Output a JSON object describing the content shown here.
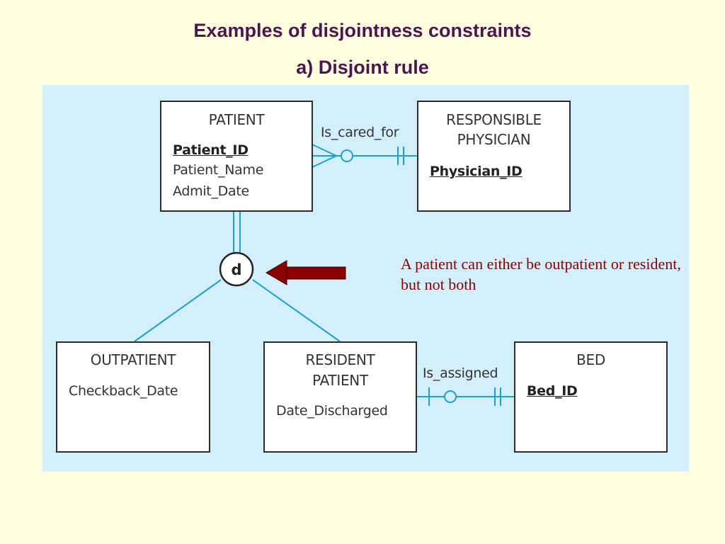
{
  "slide": {
    "title": "Examples of disjointness constraints",
    "subtitle": "a) Disjoint rule",
    "note": "A patient can either be outpatient or resident, but not both"
  },
  "entities": {
    "patient": {
      "name": "PATIENT",
      "key": "Patient_ID",
      "attributes": [
        "Patient_Name",
        "Admit_Date"
      ]
    },
    "physician": {
      "name_lines": [
        "RESPONSIBLE",
        "PHYSICIAN"
      ],
      "key": "Physician_ID"
    },
    "outpatient": {
      "name": "OUTPATIENT",
      "attributes": [
        "Checkback_Date"
      ]
    },
    "resident": {
      "name_lines": [
        "RESIDENT",
        "PATIENT"
      ],
      "attributes": [
        "Date_Discharged"
      ]
    },
    "bed": {
      "name": "BED",
      "key": "Bed_ID"
    }
  },
  "relationships": {
    "is_cared_for": "Is_cared_for",
    "is_assigned": "Is_assigned"
  },
  "disjoint_symbol": "d",
  "colors": {
    "background": "#ffffe0",
    "panel": "#d4effc",
    "line": "#1e9fd4",
    "title": "#4b1650",
    "arrow": "#8b0000"
  }
}
